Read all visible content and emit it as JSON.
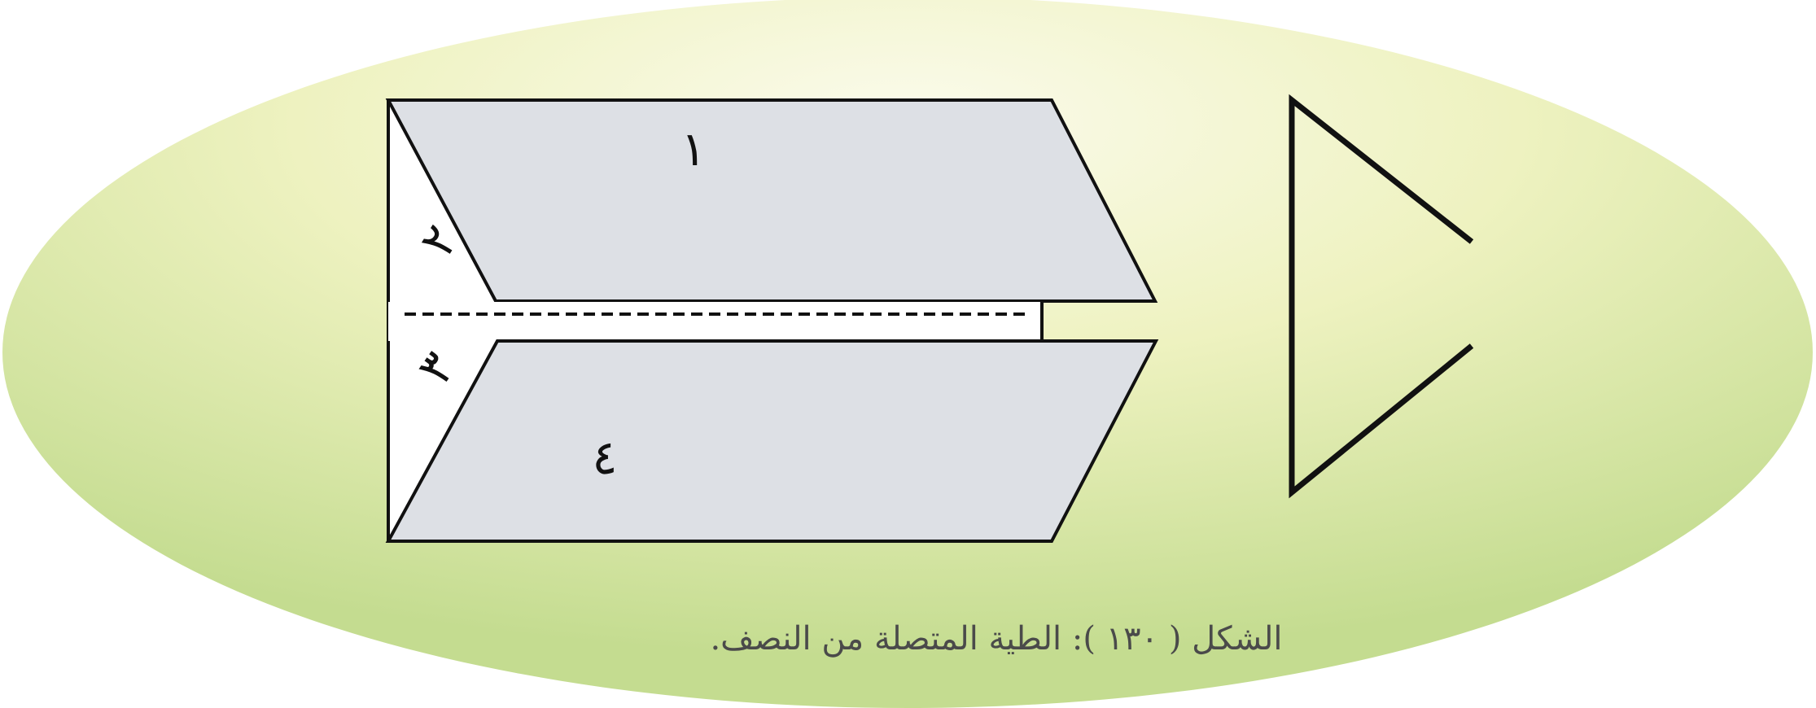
{
  "figure": {
    "caption": "الشكل ( ١٣٠ ): الطية المتصلة من النصف.",
    "panel_labels": {
      "panel_1": "١",
      "panel_2": "٢",
      "panel_3": "٣",
      "panel_4": "٤"
    }
  },
  "colors": {
    "background_center": "#f2f4c8",
    "background_edge": "#c5dc93",
    "panel_fill": "#dde0e5",
    "stroke": "#111111",
    "caption_text": "#4a4a4a"
  }
}
